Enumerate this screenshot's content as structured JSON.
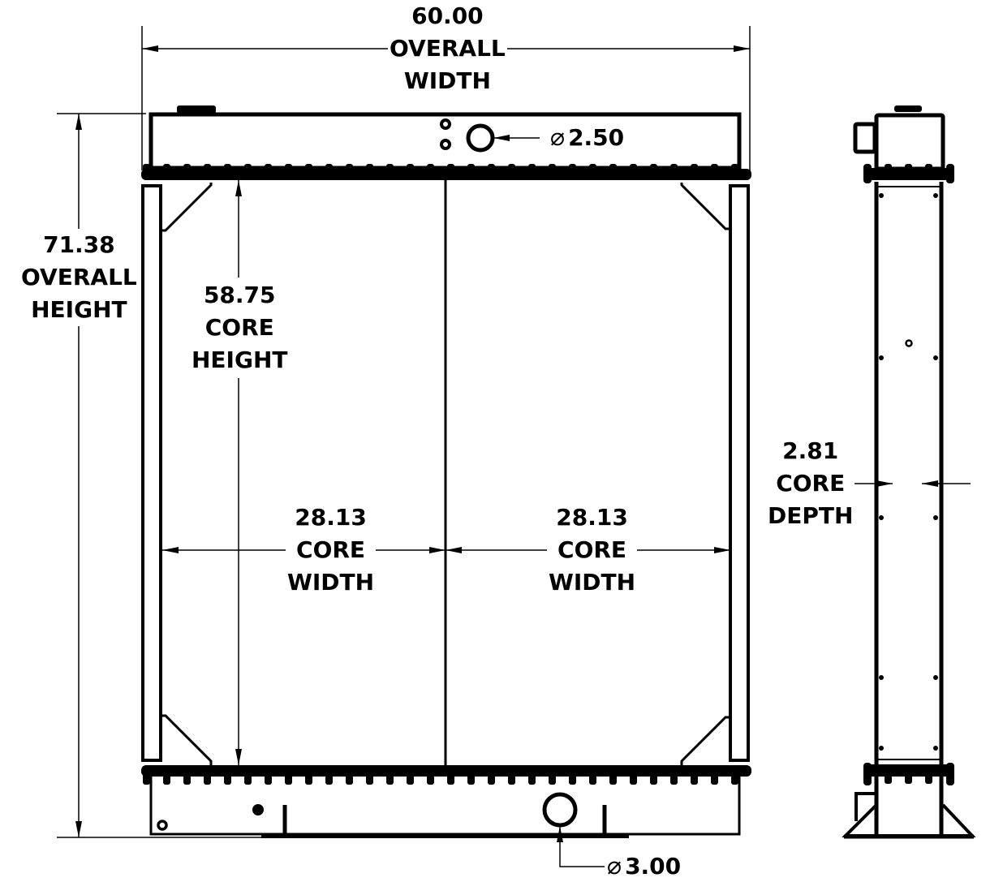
{
  "drawing": {
    "title": "Radiator dimension drawing",
    "views": [
      "front-view",
      "side-view"
    ],
    "line_color": "#000000",
    "background": "#ffffff"
  },
  "dimensions": {
    "overall_width": {
      "value": "60.00",
      "line1": "OVERALL",
      "line2": "WIDTH"
    },
    "overall_height": {
      "value": "71.38",
      "line1": "OVERALL",
      "line2": "HEIGHT"
    },
    "core_height": {
      "value": "58.75",
      "line1": "CORE",
      "line2": "HEIGHT"
    },
    "core_width_left": {
      "value": "28.13",
      "line1": "CORE",
      "line2": "WIDTH"
    },
    "core_width_right": {
      "value": "28.13",
      "line1": "CORE",
      "line2": "WIDTH"
    },
    "core_depth": {
      "value": "2.81",
      "line1": "CORE",
      "line2": "DEPTH"
    }
  },
  "callouts": {
    "inlet_diameter": {
      "symbol": "⌀",
      "value": "2.50"
    },
    "outlet_diameter": {
      "symbol": "⌀",
      "value": "3.00"
    }
  }
}
